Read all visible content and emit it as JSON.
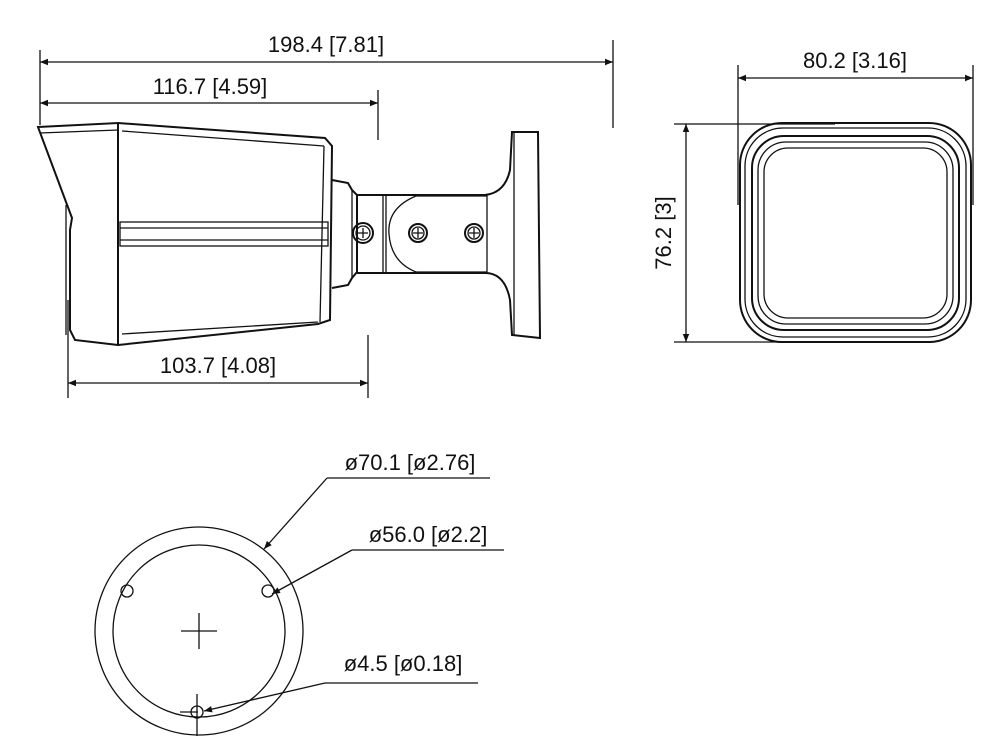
{
  "side_view": {
    "overall_length": "198.4 [7.81]",
    "body_length": "116.7 [4.59]",
    "housing_length": "103.7 [4.08]"
  },
  "rear_view": {
    "width": "80.2 [3.16]",
    "height": "76.2 [3]"
  },
  "base_view": {
    "outer_diameter": "ø70.1 [ø2.76]",
    "bolt_circle_diameter": "ø56.0 [ø2.2]",
    "hole_diameter": "ø4.5 [ø0.18]"
  }
}
